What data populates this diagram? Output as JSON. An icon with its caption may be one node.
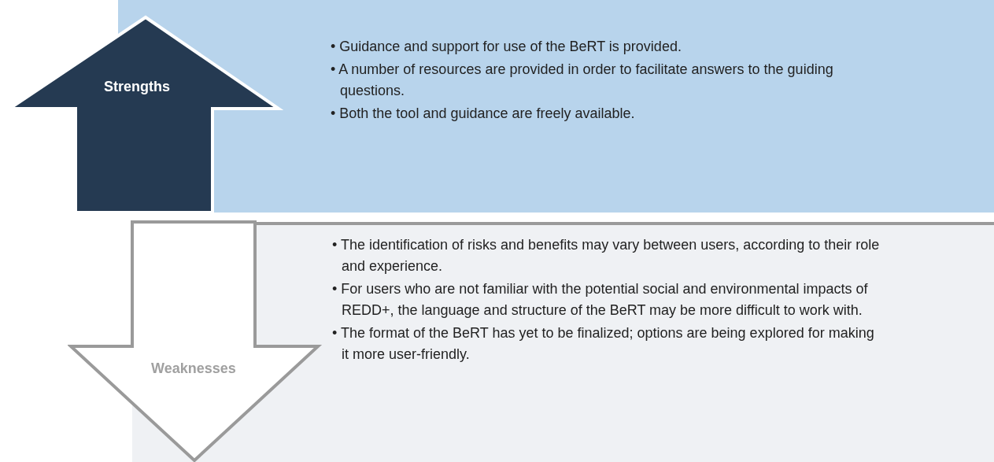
{
  "diagram": {
    "nodes": [
      {
        "text": [
          "Strengths"
        ]
      },
      {
        "text": [
          "• Guidance and support for use of the BeRT is provided.",
          "• A number of resources are provided in order to facilitate answers to the guiding questions.",
          "• Both the tool and guidance are freely available."
        ]
      },
      {
        "text": [
          "Weaknesses"
        ]
      },
      {
        "text": [
          "• The identification of risks and benefits may vary between users, according to their role and experience.",
          "• For users who are not familiar with the potential social and environmental impacts of REDD+, the language and structure of the BeRT may be more difficult to work with.",
          "• The format of the BeRT has yet to be finalized; options are being explored for making it more user-friendly."
        ]
      }
    ]
  }
}
